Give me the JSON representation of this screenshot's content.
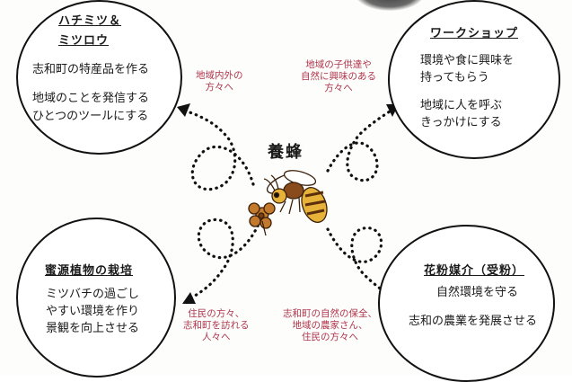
{
  "center": {
    "title": "養蜂"
  },
  "honey": {
    "title_line1": "ハチミツ＆",
    "title_line2": "ミツロウ",
    "text1": "志和町の特産品を作る",
    "text2_line1": "地域のことを発信する",
    "text2_line2": "ひとつのツールにする"
  },
  "workshop": {
    "title": "ワークショップ",
    "text1_line1": "環境や食に興味を",
    "text1_line2": "持ってもらう",
    "text2_line1": "地域に人を呼ぶ",
    "text2_line2": "きっかけにする"
  },
  "plants": {
    "title": "蜜源植物の栽培",
    "text_line1": "ミツバチの過ごし",
    "text_line2": "やすい環境を作り",
    "text_line3": "景観を向上させる"
  },
  "pollination": {
    "title": "花粉媒介（受粉）",
    "text1": "自然環境を守る",
    "text2": "志和の農業を発展させる"
  },
  "audiences": {
    "tl_line1": "地域内外の",
    "tl_line2": "方々へ",
    "tr_line1": "地域の子供達や",
    "tr_line2": "自然に興味のある",
    "tr_line3": "方々へ",
    "bl_line1": "住民の方々、",
    "bl_line2": "志和町を訪れる",
    "bl_line3": "人々へ",
    "br_line1": "志和町の自然の保全、",
    "br_line2": "地域の農家さん、",
    "br_line3": "住民の方々へ"
  },
  "colors": {
    "accent_text": "#b0364d",
    "ink": "#111111",
    "bee_yellow": "#e7b23a",
    "bee_brown": "#8a4b1c"
  }
}
